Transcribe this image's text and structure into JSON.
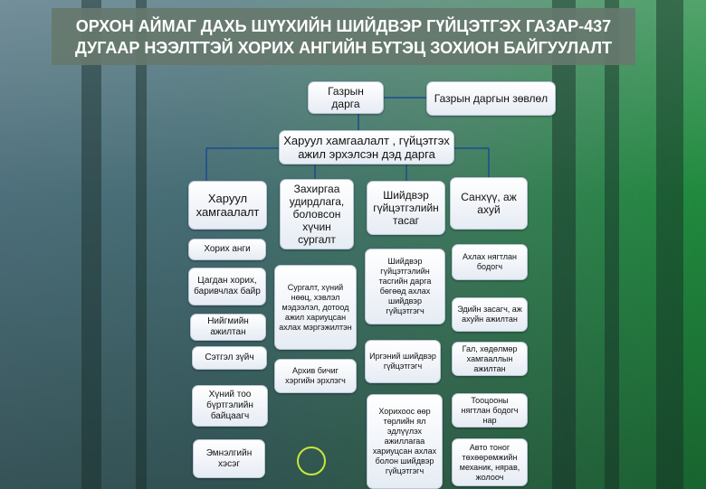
{
  "title": {
    "line1": "ОРХОН АЙМАГ ДАХЬ ШҮҮХИЙН ШИЙДВЭР ГҮЙЦЭТГЭХ ГАЗАР-437",
    "line2": "ДУГААР НЭЭЛТТЭЙ ХОРИХ АНГИЙН БҮТЭЦ ЗОХИОН БАЙГУУЛАЛТ"
  },
  "top": {
    "director": "Газрын дарга",
    "council": "Газрын даргын зөвлөл",
    "deputy": "Харуул хамгаалалт , гүйцэтгэх ажил эрхэлсэн дэд дарга"
  },
  "columns": [
    {
      "header": "Харуул хамгаалалт",
      "items": [
        "Хорих анги",
        "Цагдан хорих, баривчлах байр",
        "Нийгмийн ажилтан",
        "Сэтгэл зүйч",
        "Хүний тоо бүртгэлийн байцаагч",
        "Эмнэлгийн хэсэг"
      ]
    },
    {
      "header": "Захиргаа удирдлага, боловсон хүчин сургалт",
      "items": [
        "Сургалт, хүний нөөц, хэвлэл мэдээлэл, дотоод ажил хариуцсан ахлах мэргэжилтэн",
        "Архив бичиг хэргийн эрхлэгч"
      ]
    },
    {
      "header": "Шийдвэр гүйцэтгэлийн тасаг",
      "items": [
        "Шийдвэр гүйцэтгэлийн тасгийн дарга бөгөөд ахлах шийдвэр гүйцэтгэгч",
        "Иргэний шийдвэр гүйцэтгэгч",
        "Хорихоос өөр төрлийн ял эдлүүлэх ажиллагаа хариуцсан ахлах болон шийдвэр гүйцэтгэгч"
      ]
    },
    {
      "header": "Санхүү, аж ахуй",
      "items": [
        "Ахлах нягтлан бодогч",
        "Эдийн засагч, аж ахуйн ажилтан",
        "Гал, хөдөлмөр хамгааллын ажилтан",
        "Тооцооны нягтлан бодогч нар",
        "Авто тоног төхөөрөмжийн механик, нярав, жолооч"
      ]
    }
  ]
}
